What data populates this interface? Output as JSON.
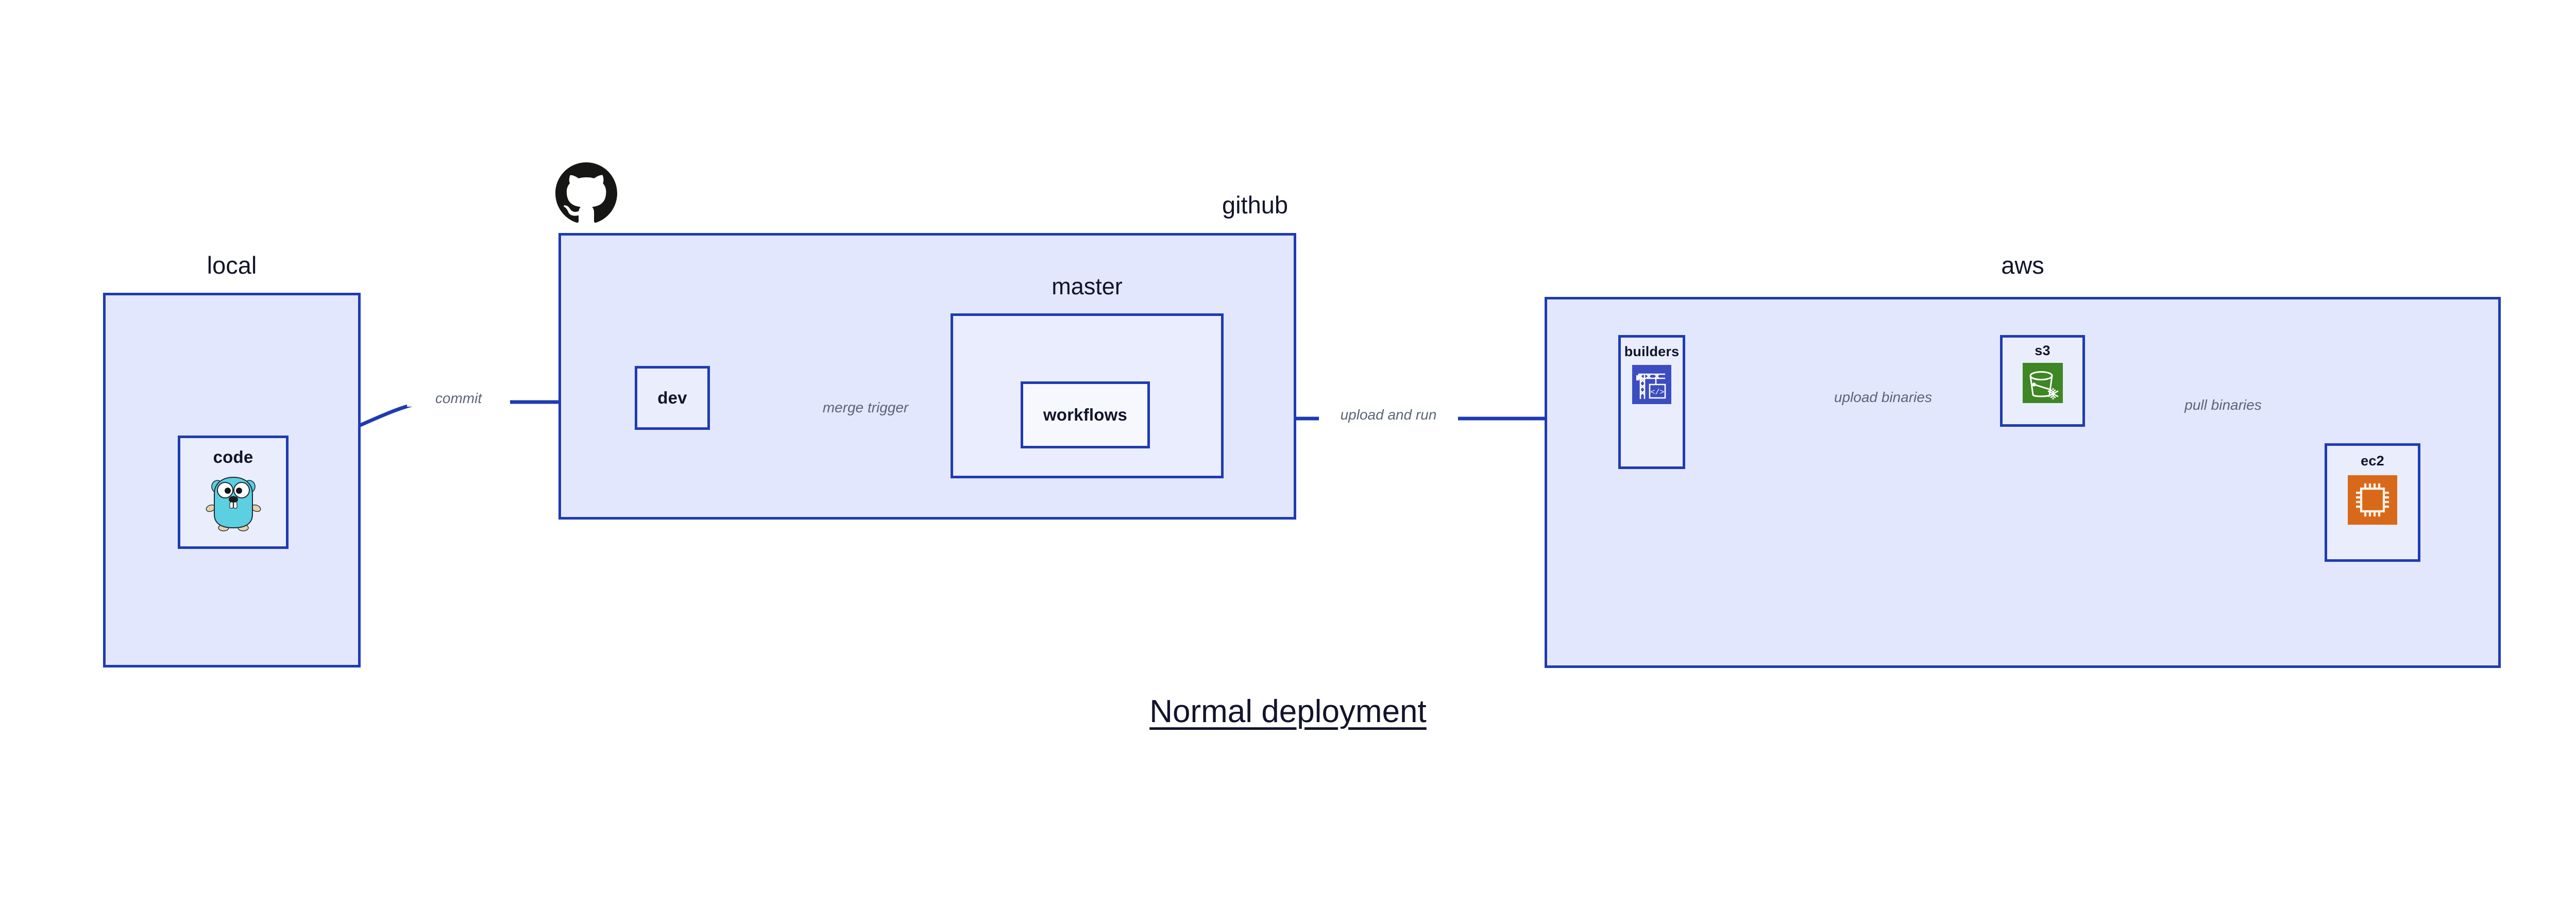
{
  "diagram": {
    "caption": "Normal deployment",
    "colors": {
      "group_border": "#1f3bb3",
      "group_fill": "#e2e7fd",
      "subgroup_fill": "#e9edfd",
      "node_fill": "#eaeefc",
      "node_plain_fill": "#f6f8fe",
      "edge_stroke": "#1f3bb3",
      "edge_label_text": "#5b6478",
      "title_text": "#12142b",
      "aws_codebuild_icon": "#3c4dc0",
      "aws_s3_glacier_icon": "#3f8624",
      "aws_ec2_icon": "#d9691a",
      "go_gopher_body": "#5ccfe1",
      "github_logo": "#161614"
    },
    "groups": [
      {
        "id": "local",
        "title": "local"
      },
      {
        "id": "github",
        "title": "github"
      },
      {
        "id": "aws",
        "title": "aws"
      }
    ],
    "subgroups": [
      {
        "id": "master",
        "title": "master",
        "parent": "github"
      }
    ],
    "nodes": [
      {
        "id": "code",
        "label": "code",
        "parent": "local",
        "icon": "go-gopher-icon"
      },
      {
        "id": "dev",
        "label": "dev",
        "parent": "github",
        "icon": null
      },
      {
        "id": "workflows",
        "label": "workflows",
        "parent": "master",
        "icon": null
      },
      {
        "id": "builders",
        "label": "builders",
        "parent": "aws",
        "icon": "aws-codebuild-icon"
      },
      {
        "id": "s3",
        "label": "s3",
        "parent": "aws",
        "icon": "aws-s3-glacier-icon"
      },
      {
        "id": "ec2",
        "label": "ec2",
        "parent": "aws",
        "icon": "aws-ec2-icon"
      }
    ],
    "edges": [
      {
        "id": "commit",
        "from": "code",
        "to": "dev",
        "label": "commit"
      },
      {
        "id": "merge-trigger",
        "from": "dev",
        "to": "workflows",
        "label": "merge trigger"
      },
      {
        "id": "upload-and-run",
        "from": "workflows",
        "to": "builders",
        "label": "upload and run"
      },
      {
        "id": "upload-binaries",
        "from": "builders",
        "to": "s3",
        "label": "upload binaries"
      },
      {
        "id": "pull-binaries",
        "from": "s3",
        "to": "ec2",
        "label": "pull binaries"
      }
    ],
    "logos": [
      {
        "id": "github-logo",
        "name": "github-octocat-logo",
        "attached_to": "github"
      }
    ]
  }
}
